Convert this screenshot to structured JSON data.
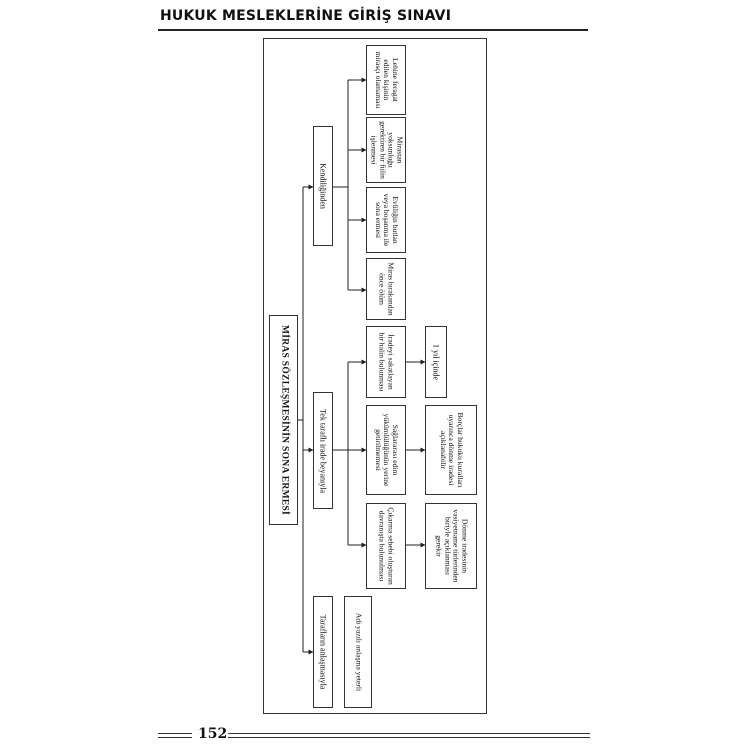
{
  "header": {
    "title": "HUKUK MESLEKLERİNE GİRİŞ SINAVI"
  },
  "diagram": {
    "root": "MİRAS SÖZLEŞMESİNİN SONA ERMESİ",
    "branches": {
      "kendiliginden": "Kendiliğinden",
      "tek_tarafli": "Tek taraflı irade beyanıyla",
      "taraflarin": "Tarafların anlaşmasıyla"
    },
    "kendiliginden_items": [
      "Lehine feragat edilen kişinin mirasçı olamaması",
      "Mirastan yoksunluğu gerektiren bir fiilin işlenmesi",
      "Evliliğin butlan veya boşanma ile sona ermesi",
      "Miras bırakandan önce ölüm"
    ],
    "tek_tarafli_items": [
      "İradeyi sakatlayan bir halin bulunması",
      "Sağlararası edim yükümlülüğünün yerine getirilmemesi",
      "Çıkarma sebebi oluşturan davranışta bulunulması"
    ],
    "tek_tarafli_details": [
      "1 yıl içinde",
      "Borçlar hukuku kuralları uyarınca dönme iradesi açıklanabilir",
      "Dönme iradesinin vasiyetname türlerinden biriyle açıklanması gerekir"
    ],
    "taraflarin_item": "Adi yazılı anlaşma yeterli"
  },
  "footer": {
    "page_number": "152"
  }
}
